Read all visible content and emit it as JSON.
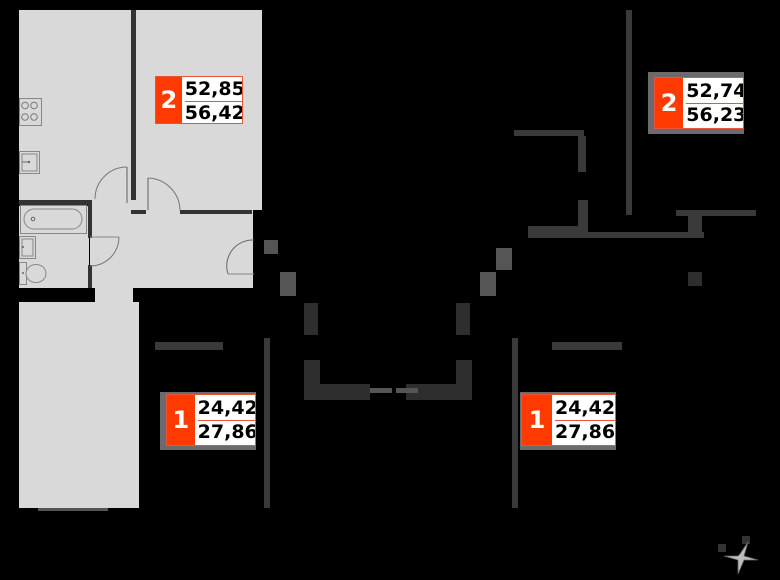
{
  "plan": {
    "background": "#000000",
    "room_fill": "#d9d9d9",
    "accent": "#ff3a00"
  },
  "apartments": [
    {
      "id": "apt-top-left",
      "rooms": "2",
      "living_area": "52,85",
      "total_area": "56,42",
      "highlighted": true
    },
    {
      "id": "apt-top-right",
      "rooms": "2",
      "living_area": "52,74",
      "total_area": "56,23",
      "highlighted": false
    },
    {
      "id": "apt-bottom-left",
      "rooms": "1",
      "living_area": "24,42",
      "total_area": "27,86",
      "highlighted": false
    },
    {
      "id": "apt-bottom-center",
      "rooms": "1",
      "living_area": "24,42",
      "total_area": "27,86",
      "highlighted": false
    }
  ],
  "icons": {
    "compass": "compass-rose-icon"
  }
}
